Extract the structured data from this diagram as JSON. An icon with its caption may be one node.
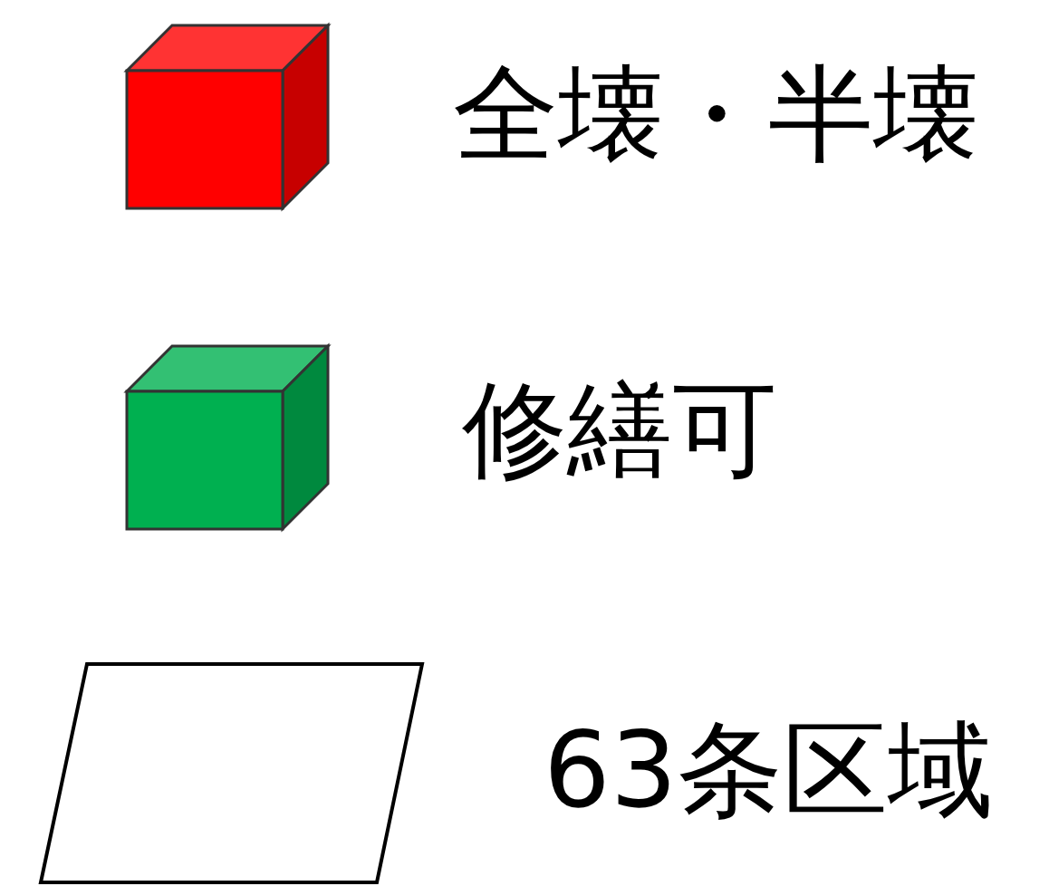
{
  "diagram": {
    "legend": [
      {
        "text": "全壊・半壊",
        "color": "#ff0000"
      },
      {
        "text": "修繕可",
        "color": "#00b050"
      },
      {
        "text": "63条区域"
      }
    ]
  }
}
